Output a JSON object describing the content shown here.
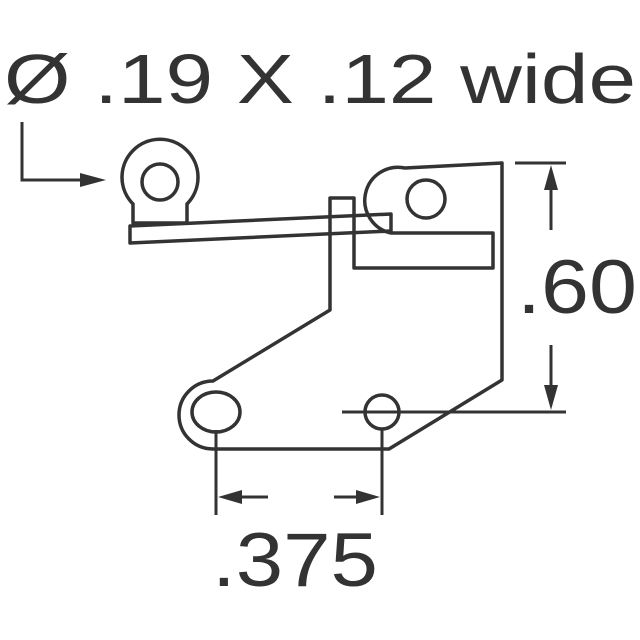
{
  "diagram": {
    "roller_label": "Ø .19 X .12 wide",
    "height_dimension": ".60",
    "width_dimension": ".375",
    "line_color": "#333333"
  }
}
